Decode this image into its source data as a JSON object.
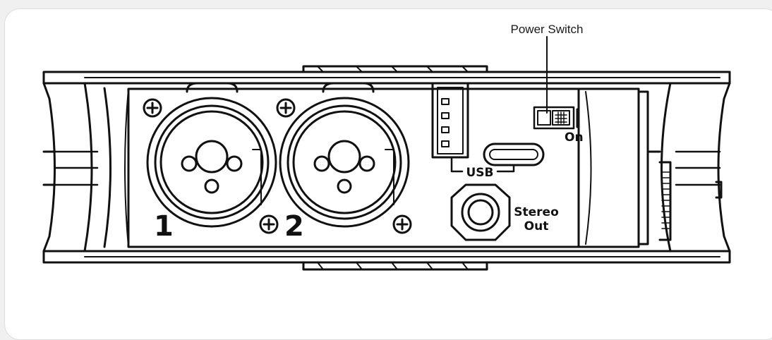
{
  "callout": {
    "power_switch": "Power Switch"
  },
  "labels": {
    "input_1": "1",
    "input_2": "2",
    "usb": "USB",
    "stereo_line1": "Stereo",
    "stereo_line2": "Out",
    "switch_on": "On"
  },
  "colors": {
    "stroke": "#111111",
    "background": "#ffffff",
    "card_border": "#dcdcdc"
  }
}
